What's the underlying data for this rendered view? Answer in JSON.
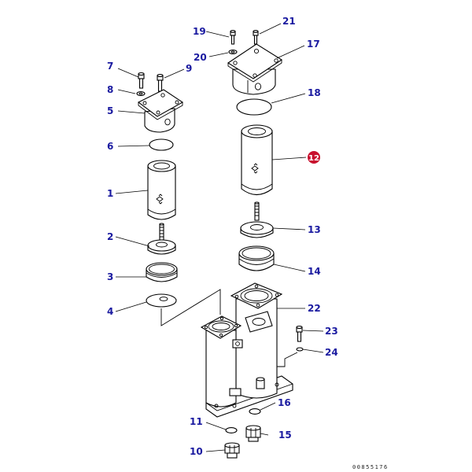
{
  "callouts": {
    "c1": "1",
    "c2": "2",
    "c3": "3",
    "c4": "4",
    "c5": "5",
    "c6": "6",
    "c7": "7",
    "c8": "8",
    "c9": "9",
    "c10": "10",
    "c11": "11",
    "c12": "12",
    "c13": "13",
    "c14": "14",
    "c15": "15",
    "c16": "16",
    "c17": "17",
    "c18": "18",
    "c19": "19",
    "c20": "20",
    "c21": "21",
    "c22": "22",
    "c23": "23",
    "c24": "24"
  },
  "reference_code": "00855176",
  "colors": {
    "callout_text": "#1a1aa0",
    "highlight_badge": "#c8102e",
    "line": "#000000"
  },
  "highlighted_callout": "12"
}
